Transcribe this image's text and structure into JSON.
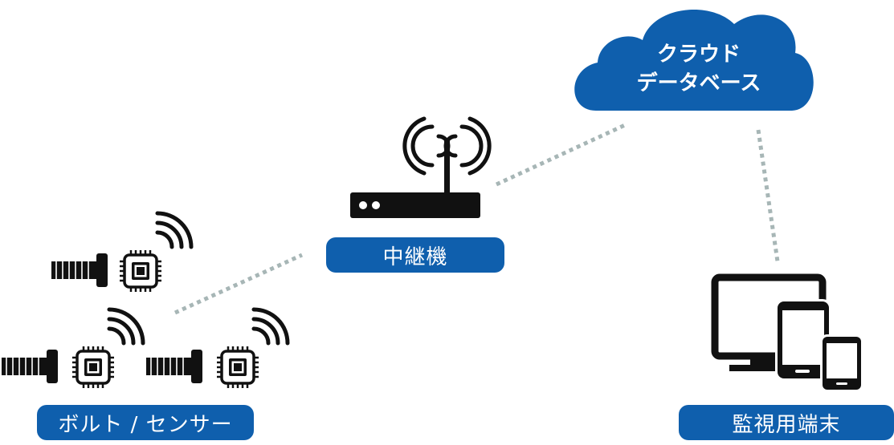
{
  "cloud": {
    "line1": "クラウド",
    "line2": "データベース"
  },
  "labels": {
    "relay": "中継機",
    "sensors": "ボルト / センサー",
    "terminals": "監視用端末"
  },
  "colors": {
    "accent": "#0f5fad",
    "icon": "#111111",
    "link": "#a7b6b6"
  },
  "icons": [
    "bolt-icon",
    "chip-icon",
    "wireless-signal-icon",
    "router-icon",
    "cloud-icon",
    "monitor-icon",
    "tablet-icon",
    "smartphone-icon"
  ]
}
